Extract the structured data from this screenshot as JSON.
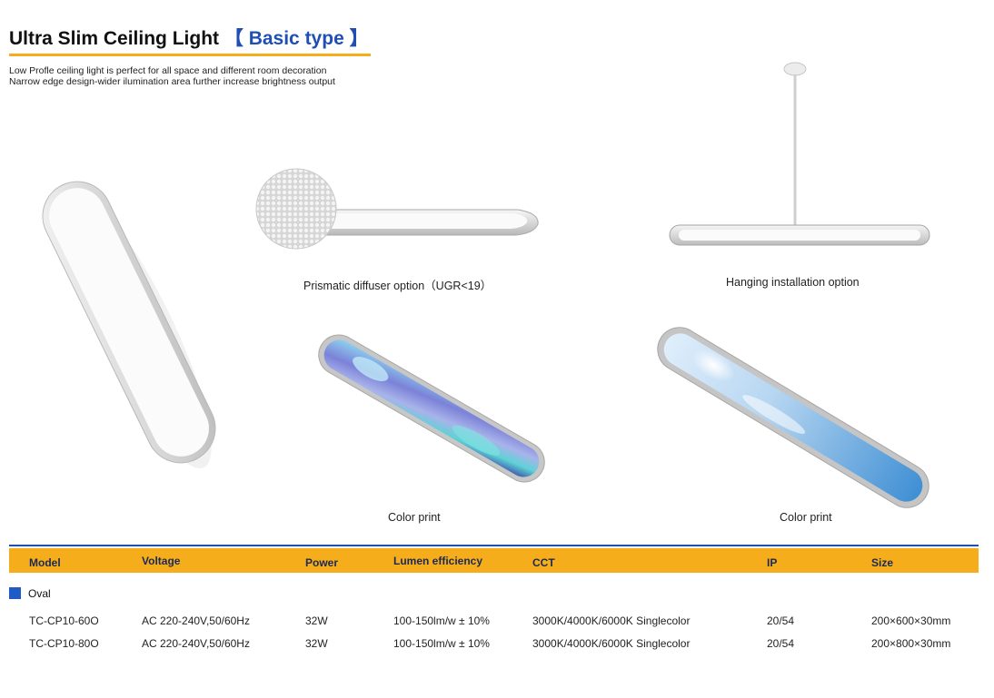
{
  "header": {
    "title": "Ultra Slim Ceiling Light",
    "title_highlight": "【 Basic type 】",
    "intro_line1": "Low Profle ceiling light is perfect for all space and different room decoration",
    "intro_line2": "Narrow edge design-wider ilumination area further increase brightness output"
  },
  "captions": {
    "prismatic": "Prismatic diffuser option（UGR<19）",
    "hanging": "Hanging installation option",
    "color_print_1": "Color print",
    "color_print_2": "Color print"
  },
  "table": {
    "columns": [
      "Model",
      "Voltage",
      "Power",
      "Lumen efficiency",
      "CCT",
      "IP",
      "Size"
    ],
    "group": "Oval",
    "rows": [
      [
        "TC-CP10-60O",
        "AC 220-240V,50/60Hz",
        "32W",
        "100-150lm/w ± 10%",
        "3000K/4000K/6000K Singlecolor",
        "20/54",
        "200×600×30mm"
      ],
      [
        "TC-CP10-80O",
        "AC 220-240V,50/60Hz",
        "32W",
        "100-150lm/w ± 10%",
        "3000K/4000K/6000K Singlecolor",
        "20/54",
        "200×800×30mm"
      ]
    ]
  },
  "colors": {
    "accent_orange": "#f6ad1b",
    "accent_blue": "#1f4fb5",
    "header_text": "#1a2a55"
  }
}
